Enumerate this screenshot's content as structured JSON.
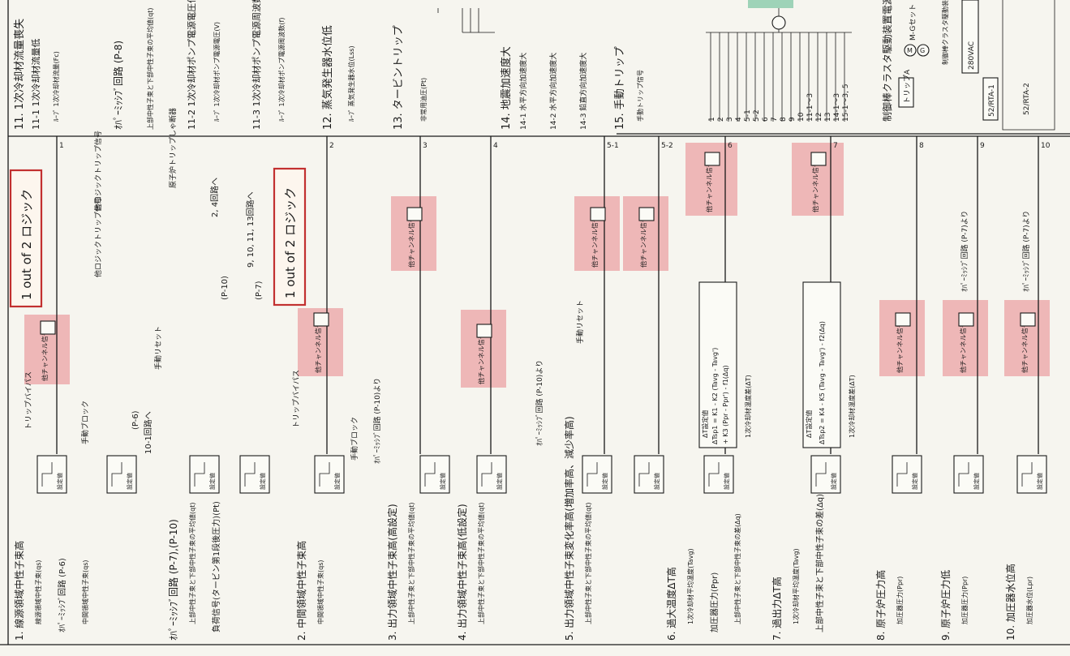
{
  "diagram": {
    "logic_note_1": "1 out of 2 ロジック",
    "logic_note_2": "1 out of 2 ロジック",
    "bottom_sections": [
      {
        "title": "1. 線源領域中性子束高",
        "sub1": "線源領域中性子束(qs)",
        "sub2": "ｵﾊﾟｰﾐｯｼﾌﾞ回路 (P-6)",
        "sub3": "中間領域中性子束(qs)"
      },
      {
        "title": "ｵﾊﾟｰﾐｯｼﾌﾞ回路 (P-7),(P-10)",
        "sub1": "上部中性子束と下部中性子束の平均値(qt)",
        "sub2": "負荷信号(タービン第1段後圧力)(Pt)"
      },
      {
        "title": "2. 中間領域中性子束高",
        "sub1": "中間領域中性子束(qs)"
      },
      {
        "title": "3. 出力領域中性子束高(高設定)",
        "sub1": "上部中性子束と下部中性子束の平均値(qt)"
      },
      {
        "title": "4. 出力領域中性子束高(低設定)",
        "sub1": "上部中性子束と下部中性子束の平均値(qt)"
      },
      {
        "title": "5. 出力領域中性子束変化率高(増加率高、減少率高)",
        "sub1": "上部中性子束と下部中性子束の平均値(qt)"
      },
      {
        "title": "6. 過大温度ΔT高",
        "sub1": "1次冷却材平均温度(Tavg)",
        "sub2": "加圧器圧力(Ppr)",
        "sub3": "上部中性子束と下部中性子束の差(Δq)"
      },
      {
        "title": "7. 過出力ΔT高",
        "sub1": "1次冷却材平均温度(Tavg)",
        "sub2": "上部中性子束と下部中性子束の差(Δq)"
      },
      {
        "title": "8. 原子炉圧力高",
        "sub1": "加圧器圧力(Ppr)"
      },
      {
        "title": "9. 原子炉圧力低",
        "sub1": "加圧器圧力(Ppr)"
      },
      {
        "title": "10. 加圧器水位高",
        "sub1": "加圧器水位(Lpr)"
      }
    ],
    "top_sections": [
      {
        "title": "11. 1次冷却材流量喪失",
        "sub1": "11-1 1次冷却材流量低",
        "sub2": "ﾙｰﾌﾟ 1次冷却材流量(Fc)",
        "sub3": "ｵﾊﾟｰﾐｯｼﾌﾞ回路 (P-8)",
        "sub4": "上部中性子束と下部中性子束の平均値(qt)"
      },
      {
        "title": "11-2 1次冷却材ポンプ電源電圧低",
        "sub1": "ﾙｰﾌﾟ 1次冷却材ポンプ電源電圧(V)",
        "sub2": "11-3 1次冷却材ポンプ電源周波数低",
        "sub3": "ﾙｰﾌﾟ 1次冷却材ポンプ電源周波数(f)"
      },
      {
        "title": "12. 蒸気発生器水位低",
        "sub1": "ﾙｰﾌﾟ 蒸気発生器水位(Lss)"
      },
      {
        "title": "13. タービントリップ",
        "sub1": "非常用油圧(Pt)"
      },
      {
        "title": "14. 地震加速度大",
        "sub1": "14-1 水平方向加速度大",
        "sub2": "14-2 水平方向加速度大",
        "sub3": "14-3 鉛直方向加速度大"
      },
      {
        "title": "15. 手動トリップ",
        "sub1": "手動トリップ信号"
      }
    ],
    "trip_bus_numbers": [
      "1",
      "2",
      "3",
      "4",
      "5-1",
      "5-2",
      "6",
      "7",
      "8",
      "9",
      "10"
    ],
    "right_numbers": [
      "1",
      "2",
      "3",
      "4",
      "5-1",
      "5-2",
      "6",
      "7",
      "8",
      "9",
      "10",
      "11-1～3",
      "12",
      "13",
      "14-1～3",
      "15-1～3, 5"
    ],
    "other_channel_signal": "他チャンネル信号",
    "trip_label": "トリップ",
    "trip_bypass": "トリップバイパス",
    "manual_block": "手動ブロック",
    "manual_reset": "手動リセット",
    "permissive_signal": "ﾊﾟｰﾐｯｼﾌﾞ信号",
    "logic_trip_signal": "他ロジックトリップ信号",
    "reactor_trip_breaker": "原子炉トリップしゃ断器",
    "to_2_4": "2, 4回路へ",
    "to_9_13": "9, 10, 11, 13回路へ",
    "to_10_18": "10-1回路へ",
    "p10_from": "ｵﾊﾟｰﾐｯｼﾌﾞ回路 (P-10)より",
    "p7_from": "ｵﾊﾟｰﾐｯｼﾌﾞ回路 (P-7)より",
    "p10": "(P-10)",
    "p7": "(P-7)",
    "p6": "(P-6)",
    "trip_label_1": "トリップ",
    "setpoint": "設定値",
    "control_rod_title": "制御棒クラスタ駆動装置電源",
    "mg_set": "M-Gセット",
    "crdm_label": "制御棒クラスタ駆動装置",
    "voltage": "280VAC",
    "breaker_a": "52/RTA-1",
    "breaker_b": "52/RTA-2",
    "trip_coil": "トリップA",
    "delta_t_title": "ΔT設定値",
    "delta_t_formula_1": "ΔTsp1 = K1 - K2 (Tavg - Tavg')",
    "delta_t_formula_2": "+ K3 (Ppr - Ppr') - f1(Δq)",
    "delta_t_formula_3": "ΔTsp2 = K4 - K5 (Tavg - Tavg') - f2(Δq)",
    "delta_t_label": "1次冷却材温度差(ΔT)"
  }
}
